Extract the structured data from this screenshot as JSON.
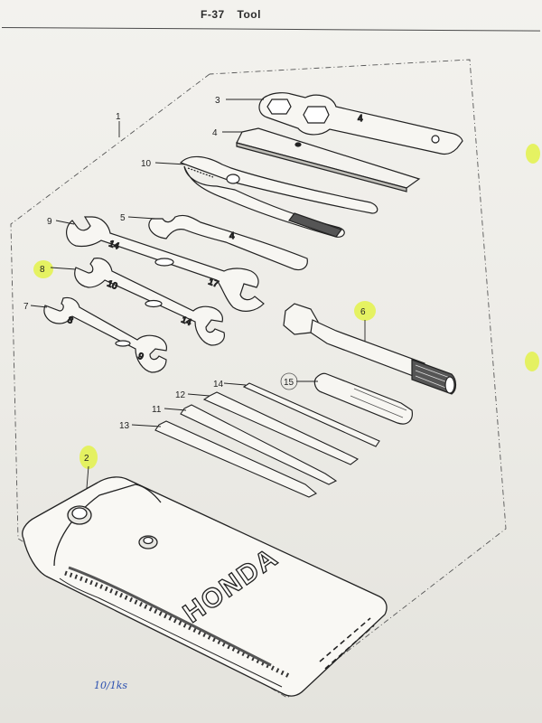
{
  "header": {
    "section": "F-37",
    "title": "Tool"
  },
  "callouts": {
    "c1": "1",
    "c2": "2",
    "c3": "3",
    "c4": "4",
    "c5": "5",
    "c6": "6",
    "c7": "7",
    "c8": "8",
    "c9": "9",
    "c10": "10",
    "c11": "11",
    "c12": "12",
    "c13": "13",
    "c14": "14",
    "c15": "15"
  },
  "tool_markings": {
    "wrench9_a": "14",
    "wrench9_b": "17",
    "wrench8_a": "10",
    "wrench8_b": "14",
    "wrench7_a": "8",
    "wrench7_b": "9",
    "spanner5": "4"
  },
  "brand": "HONDA",
  "handwritten_note": "10/1ks",
  "highlight_color": "#e3f24a",
  "ink_color": "#222222"
}
